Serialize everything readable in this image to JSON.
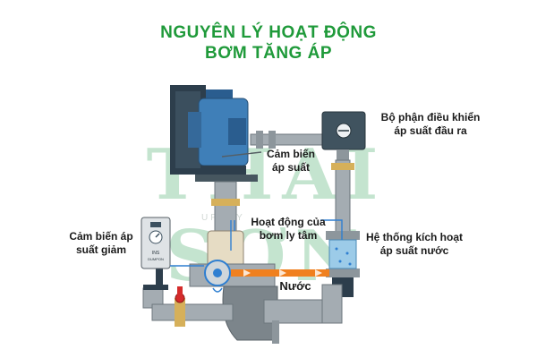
{
  "header": {
    "title_line1": "NGUYÊN LÝ HOẠT ĐỘNG",
    "title_line2": "BƠM TĂNG ÁP"
  },
  "watermark": {
    "brand": "THÁI SƠN",
    "tagline": "UP      ILY"
  },
  "labels": {
    "controller_l1": "Bộ phận điều khiển",
    "controller_l2": "áp suất đầu ra",
    "sensor_l1": "Cảm biến",
    "sensor_l2": "áp suất",
    "centrifugal_l1": "Hoạt động của",
    "centrifugal_l2": "bơm ly tâm",
    "activation_l1": "Hệ thống kích hoạt",
    "activation_l2": "áp suất nước",
    "low_sensor_l1": "Cảm biến áp",
    "low_sensor_l2": "suất giảm",
    "water": "Nước",
    "switch_text_l1": "INS",
    "switch_text_l2": "DUMPON"
  },
  "colors": {
    "title_green": "#1f9a3a",
    "motor_blue": "#3f7fb8",
    "pipe_gray": "#a4acb2",
    "water_orange": "#f0801f",
    "valve_red": "#d52b2b",
    "pipe_blue": "#2f7fd1"
  }
}
